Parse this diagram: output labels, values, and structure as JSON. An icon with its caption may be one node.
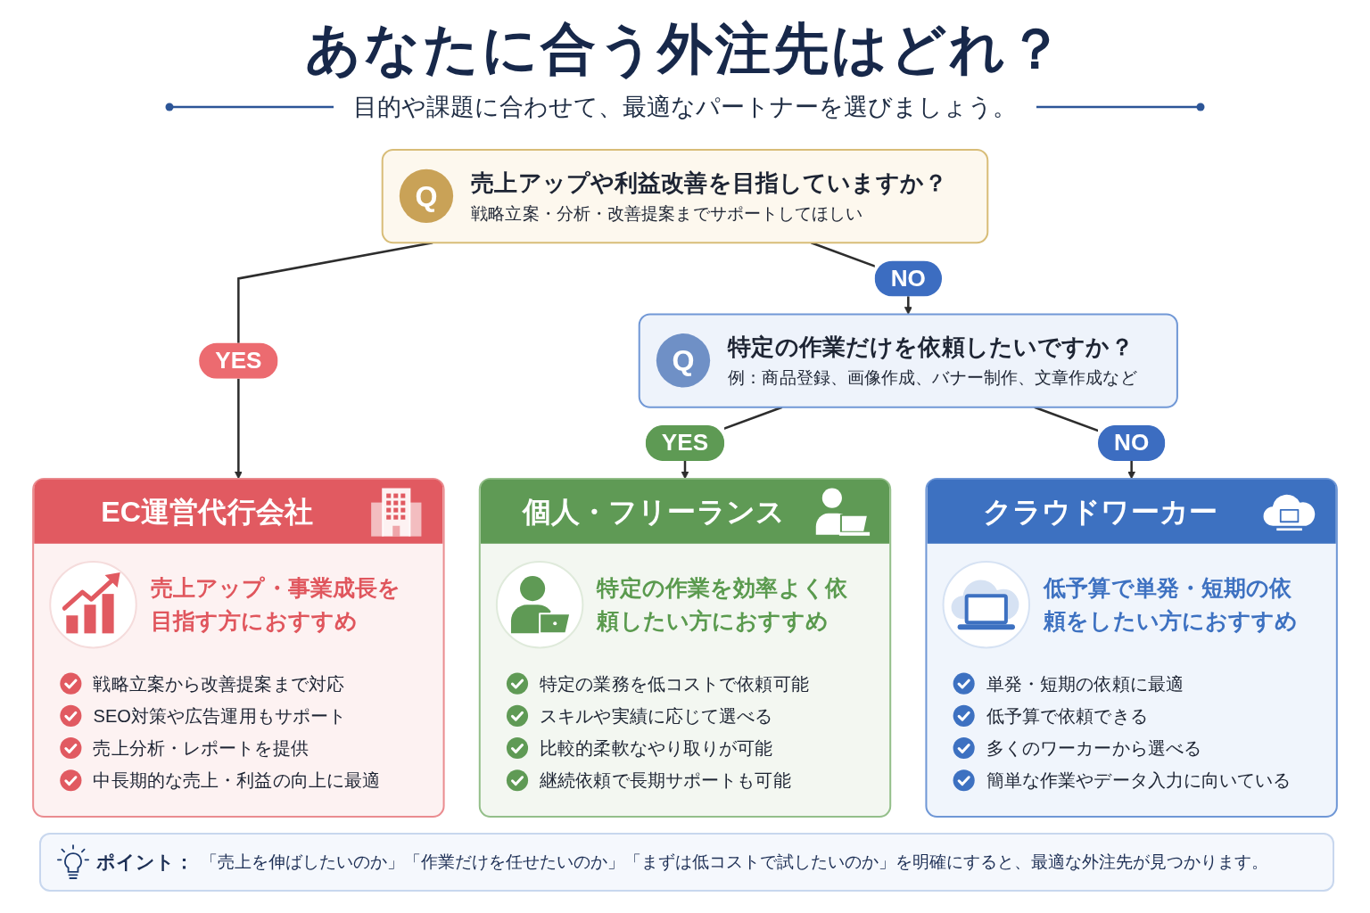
{
  "diagram": {
    "title": "あなたに合う外注先はどれ？",
    "nodes": [
      {
        "text": [
          "Q",
          "売上アップや利益改善を目指していますか？",
          "戦略立案・分析・改善提案までサポートしてほしい"
        ]
      },
      {
        "text": [
          "Q",
          "特定の作業だけを依頼したいですか？",
          "例：商品登録、画像作成、バナー制作、文章作成など"
        ]
      },
      {
        "text": [
          "EC運営代行会社",
          "売上アップ・事業成長を目指す方におすすめ",
          "戦略立案から改善提案まで対応",
          "SEO対策や広告運用もサポート",
          "売上分析・レポートを提供",
          "中長期的な売上・利益の向上に最適"
        ]
      },
      {
        "text": [
          "個人・フリーランス",
          "特定の作業を効率よく依頼したい方におすすめ",
          "特定の業務を低コストで依頼可能",
          "スキルや実績に応じて選べる",
          "比較的柔軟なやり取りが可能",
          "継続依頼で長期サポートも可能"
        ]
      },
      {
        "text": [
          "クラウドワーカー",
          "低予算で単発・短期の依頼をしたい方におすすめ",
          "単発・短期の依頼に最適",
          "低予算で依頼できる",
          "多くのワーカーから選べる",
          "簡単な作業やデータ入力に向いている"
        ]
      }
    ],
    "edges": [
      {
        "from": 0,
        "to": 2,
        "arrow": "to",
        "label": "YES"
      },
      {
        "from": 0,
        "to": 1,
        "arrow": "to",
        "label": "NO"
      },
      {
        "from": 1,
        "to": 3,
        "arrow": "to",
        "label": "YES"
      },
      {
        "from": 1,
        "to": 4,
        "arrow": "to",
        "label": "NO"
      }
    ],
    "labels": [
      "目的や課題に合わせて、最適なパートナーを選びましょう。",
      "ポイント：",
      "「売上を伸ばしたいのか」「作業だけを任せたいのか」「まずは低コストで試したいのか」を明確にすると、最適な外注先が見つかります。"
    ]
  }
}
